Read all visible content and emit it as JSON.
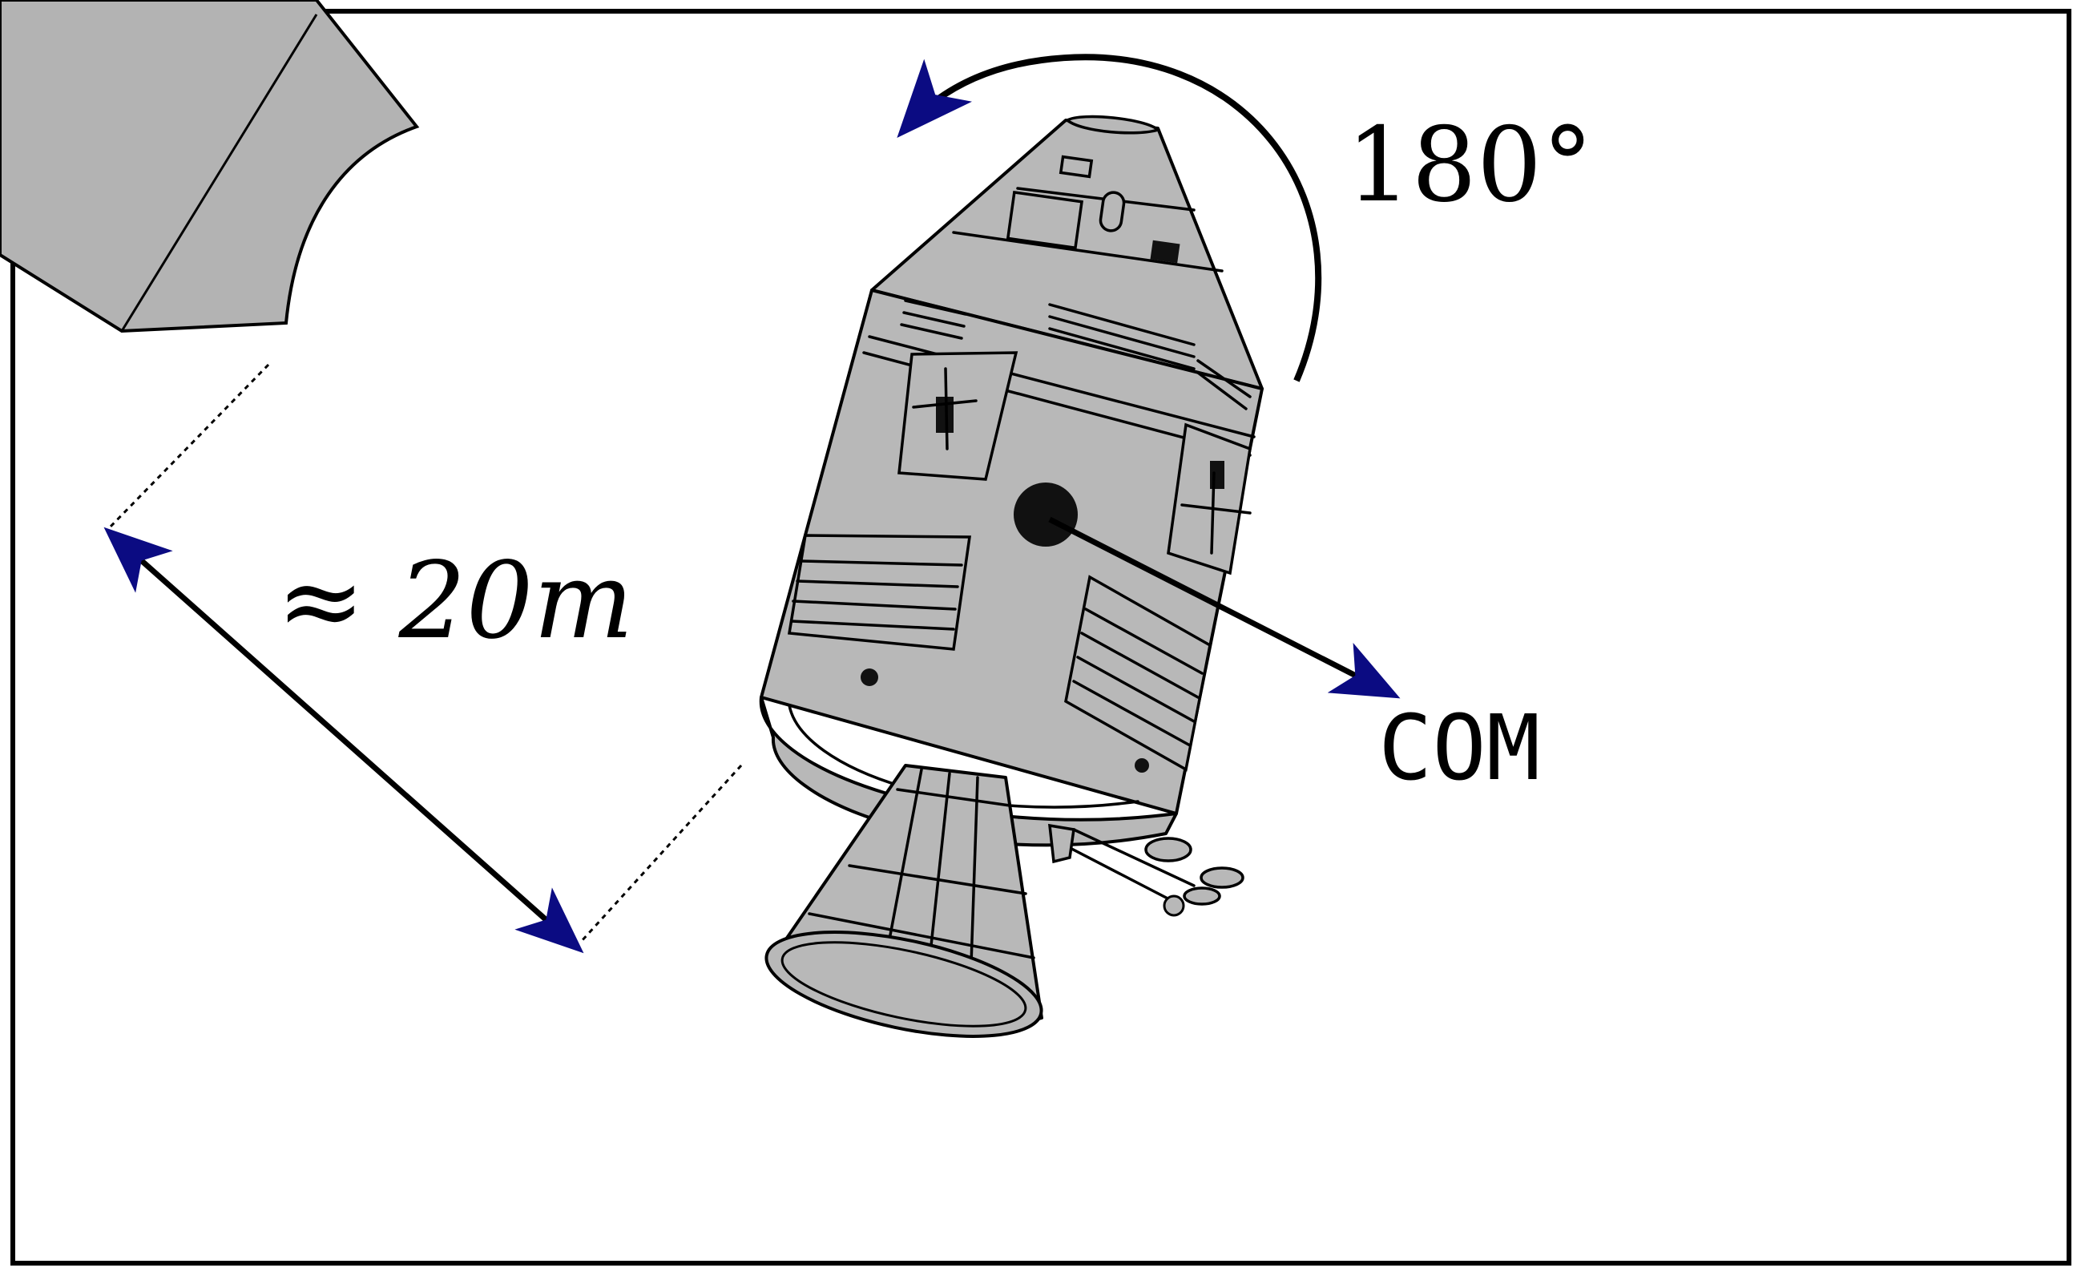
{
  "diagram": {
    "labels": {
      "rotation": "180°",
      "distance": "≈ 20m",
      "center_of_mass": "COM"
    },
    "colors": {
      "arrow": "#0b0b82",
      "hull": "#b8b8b8",
      "station": "#b3b3b3",
      "outline": "#000000",
      "background": "#ffffff"
    }
  }
}
